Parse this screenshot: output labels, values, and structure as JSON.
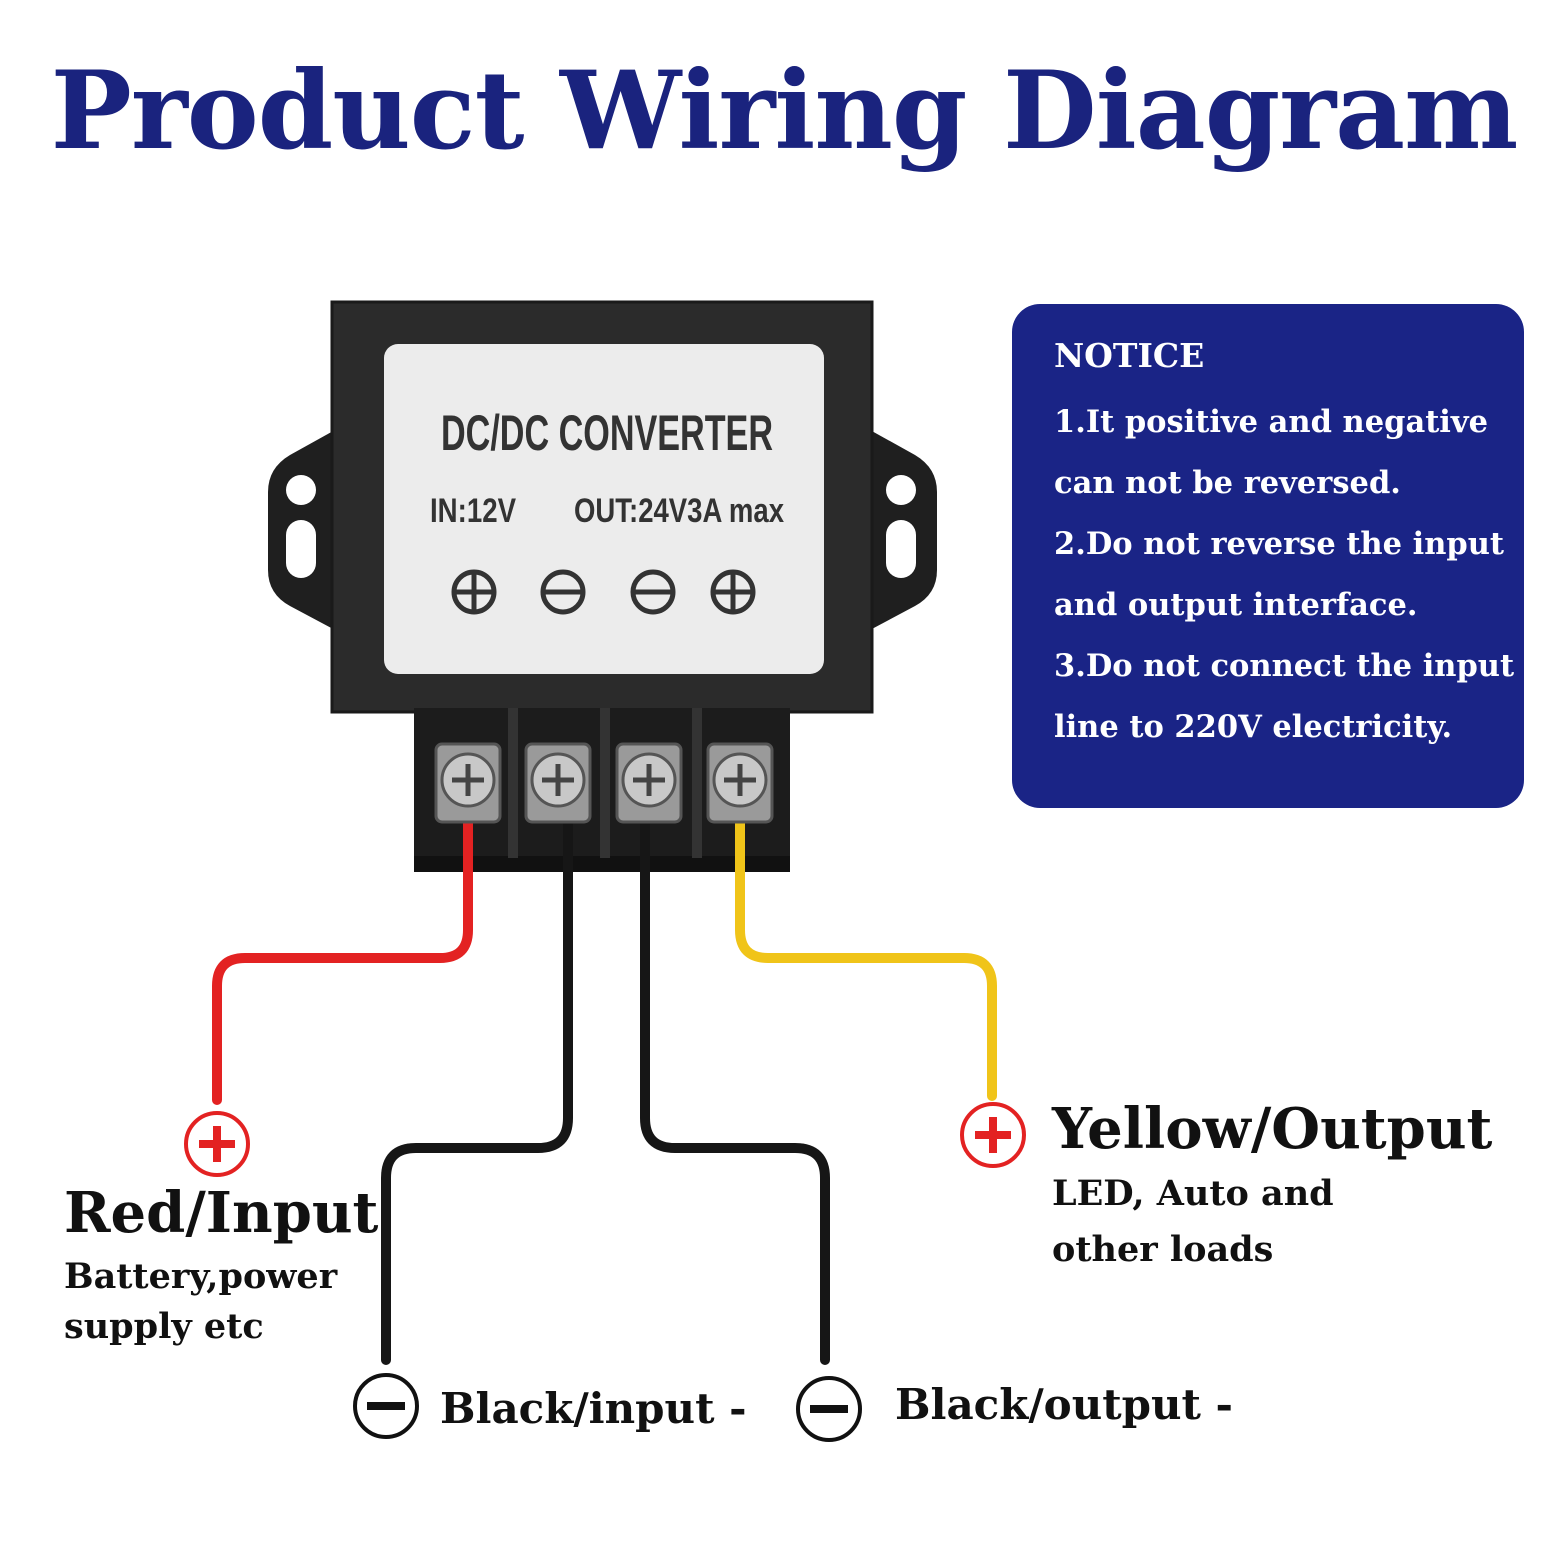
{
  "title": "Product Wiring Diagram",
  "device": {
    "name": "DC/DC CONVERTER",
    "input_spec": "IN:12V",
    "output_spec": "OUT:24V3A max"
  },
  "notice": {
    "heading": "NOTICE",
    "lines": [
      "1.It positive and negative",
      "can not be reversed.",
      "2.Do not reverse the input",
      "and output interface.",
      "3.Do not connect the input",
      "line to 220V electricity."
    ]
  },
  "wires": {
    "red": {
      "title": "Red/Input",
      "desc_line1": "Battery,power",
      "desc_line2": "supply etc",
      "color": "#e32222"
    },
    "yellow": {
      "title": "Yellow/Output",
      "desc_line1": "LED, Auto and",
      "desc_line2": "other loads",
      "color": "#f0c419"
    },
    "black_input": {
      "label": "Black/input -",
      "color": "#161616"
    },
    "black_output": {
      "label": "Black/output -",
      "color": "#161616"
    }
  },
  "colors": {
    "title": "#1a237e",
    "notice_bg": "#1a2486",
    "device_body": "#2b2b2b",
    "polarity_plus": "#e32222"
  }
}
